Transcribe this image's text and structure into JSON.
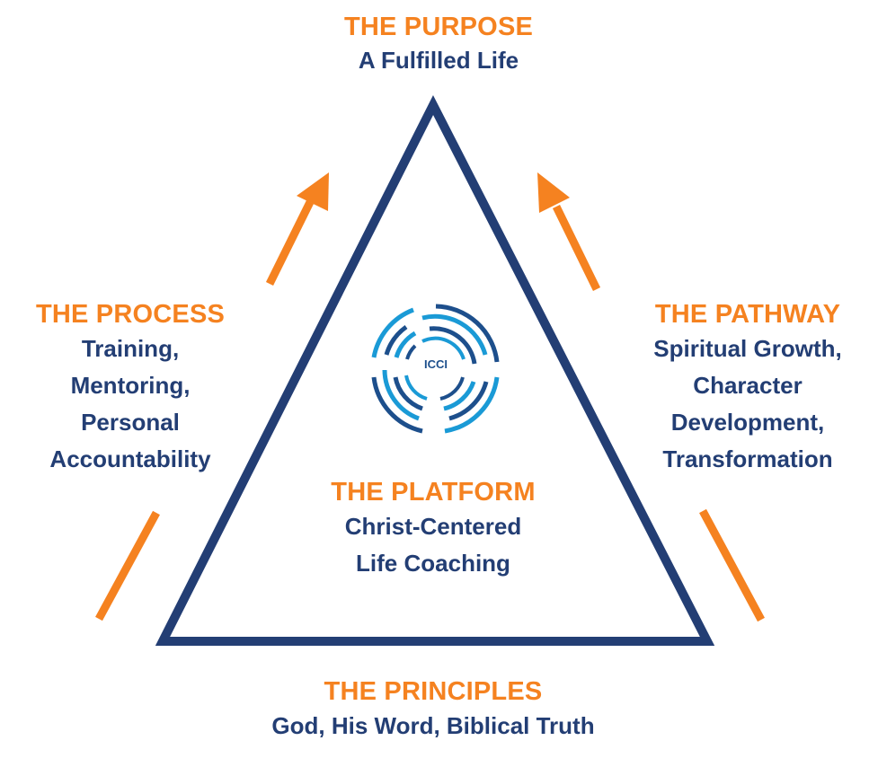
{
  "colors": {
    "accent_orange": "#f58220",
    "navy": "#233e74",
    "logo_blue_dark": "#1d4f8c",
    "logo_blue_light": "#1a9ad6"
  },
  "purpose": {
    "heading": "THE PURPOSE",
    "lines": [
      "A Fulfilled Life"
    ]
  },
  "process": {
    "heading": "THE PROCESS",
    "lines": [
      "Training,",
      "Mentoring,",
      "Personal",
      "Accountability"
    ]
  },
  "pathway": {
    "heading": "THE PATHWAY",
    "lines": [
      "Spiritual Growth,",
      "Character",
      "Development,",
      "Transformation"
    ]
  },
  "platform": {
    "heading": "THE PLATFORM",
    "lines": [
      "Christ-Centered",
      "Life Coaching"
    ]
  },
  "principles": {
    "heading": "THE PRINCIPLES",
    "lines": [
      "God, His Word, Biblical Truth"
    ]
  },
  "logo": {
    "text": "ICCI",
    "icon": "concentric-arcs-logo-icon"
  },
  "arrows": {
    "icon": "arrow-up-icon"
  }
}
